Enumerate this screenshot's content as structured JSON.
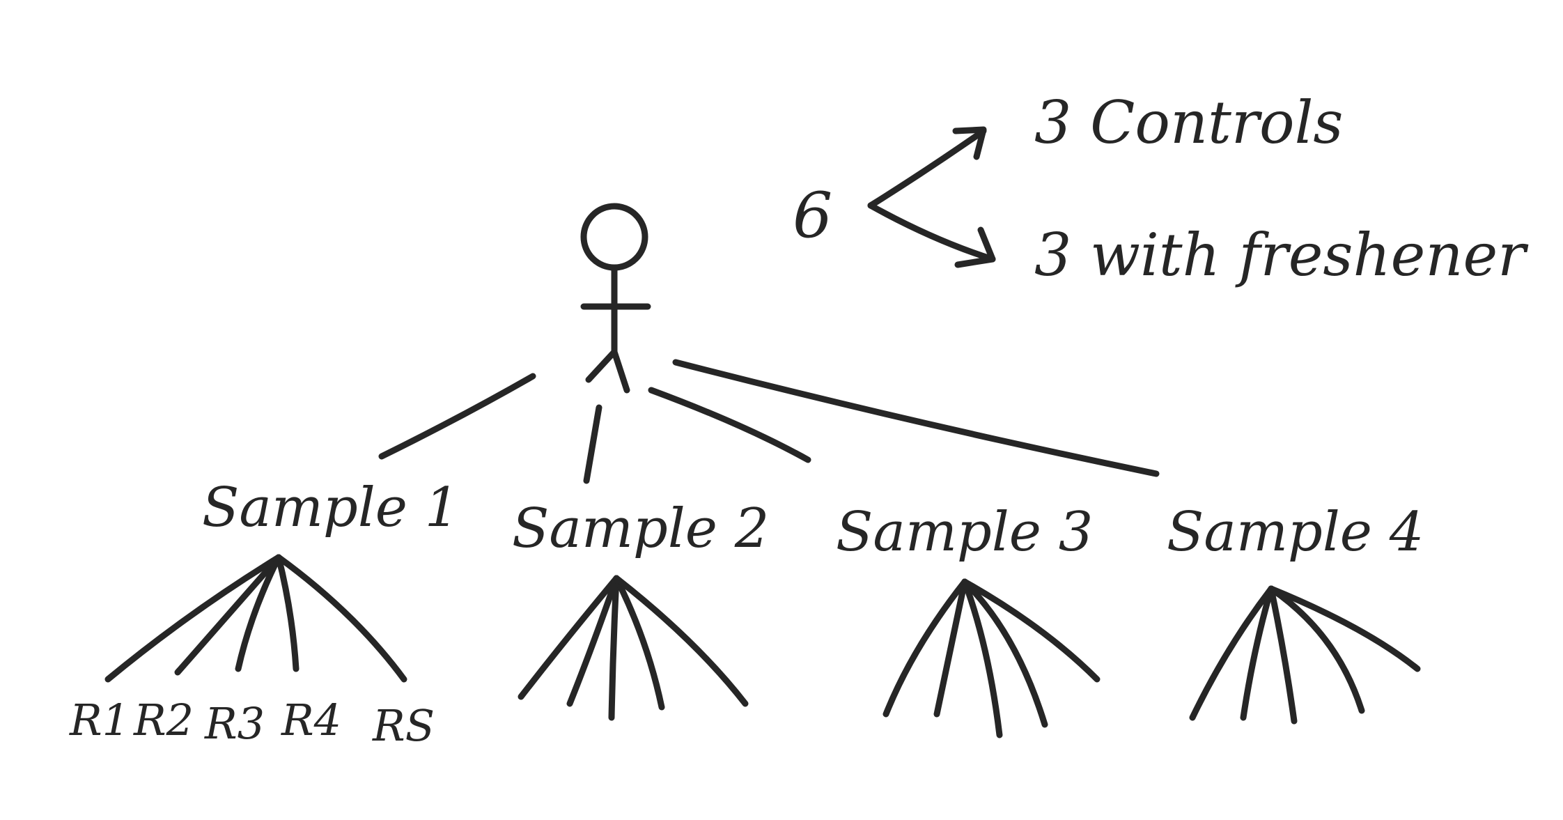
{
  "diagram": {
    "subject": {
      "name": "stick-figure",
      "split_count": "6",
      "groups": [
        {
          "label": "3 Controls"
        },
        {
          "label": "3 with freshener"
        }
      ]
    },
    "samples": [
      {
        "label": "Sample 1",
        "replicates": [
          "R1",
          "R2",
          "R3",
          "R4",
          "RS"
        ]
      },
      {
        "label": "Sample 2",
        "replicates": []
      },
      {
        "label": "Sample 3",
        "replicates": []
      },
      {
        "label": "Sample 4",
        "replicates": []
      }
    ],
    "ink_color": "#262626",
    "background": "#ffffff"
  }
}
